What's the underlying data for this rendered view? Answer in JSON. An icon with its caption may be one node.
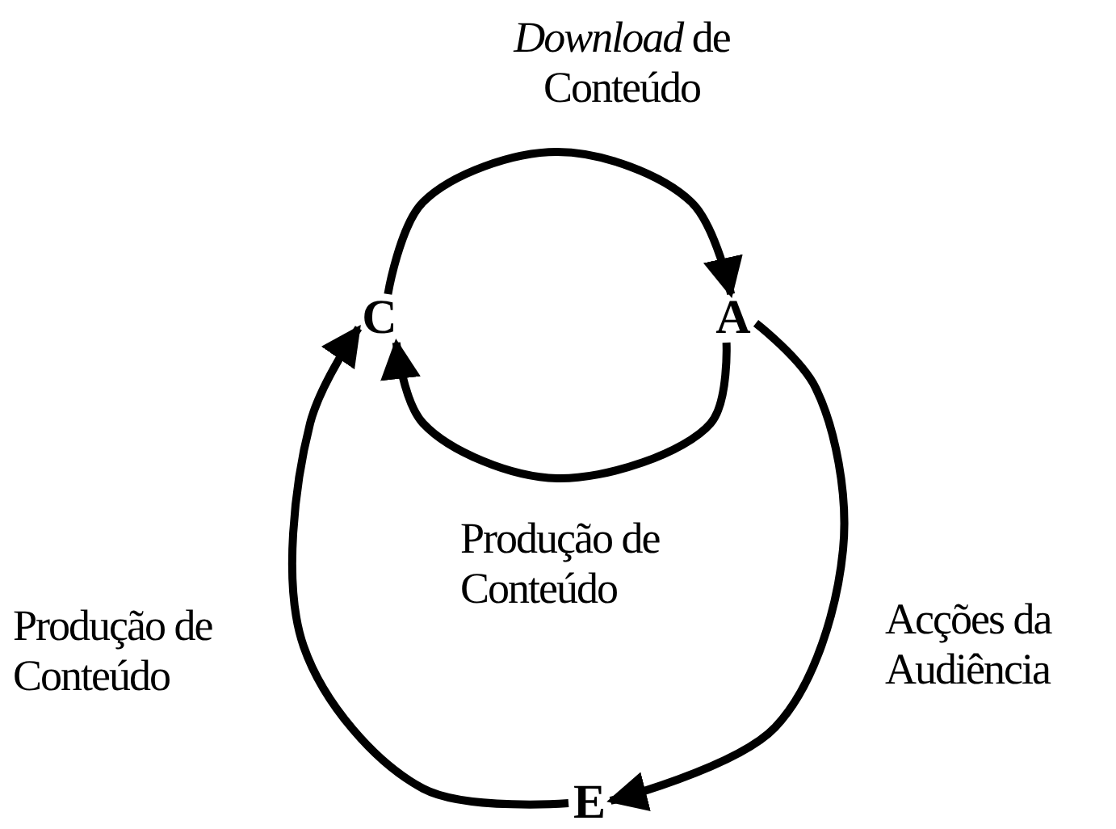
{
  "diagram": {
    "nodes": [
      {
        "text": [
          "C"
        ]
      },
      {
        "text": [
          "A"
        ]
      },
      {
        "text": [
          "E"
        ]
      }
    ],
    "edges": [
      {
        "from": 0,
        "to": 1,
        "arrow": "to",
        "label": "*Download* de Conteúdo"
      },
      {
        "from": 1,
        "to": 0,
        "arrow": "to",
        "label": "Produção de Conteúdo"
      },
      {
        "from": 1,
        "to": 2,
        "arrow": "to",
        "label": "Acções da Audiência"
      },
      {
        "from": 2,
        "to": 0,
        "arrow": "to",
        "label": "Produção de Conteúdo"
      }
    ]
  }
}
